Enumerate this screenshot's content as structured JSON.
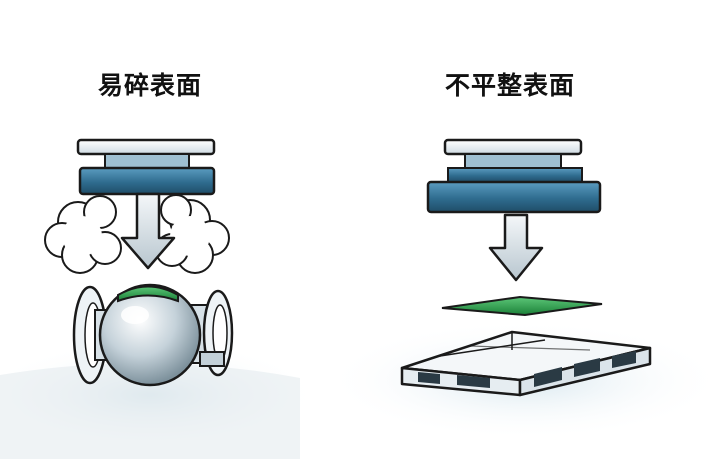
{
  "panels": [
    {
      "title": "易碎表面",
      "illustration": "suction-cup-on-fragile-valve",
      "colors": {
        "plate": "#2f6c8f",
        "flange": "#e8eef2",
        "pad": "#2a9c4a",
        "valve": "#c8d4dc",
        "outline": "#1a1a1a"
      }
    },
    {
      "title": "不平整表面",
      "illustration": "suction-cup-on-uneven-pallet",
      "colors": {
        "plate": "#2f6c8f",
        "flange": "#e8eef2",
        "pad": "#2a9c4a",
        "pallet": "#f2f5f7",
        "outline": "#1a1a1a"
      }
    }
  ]
}
